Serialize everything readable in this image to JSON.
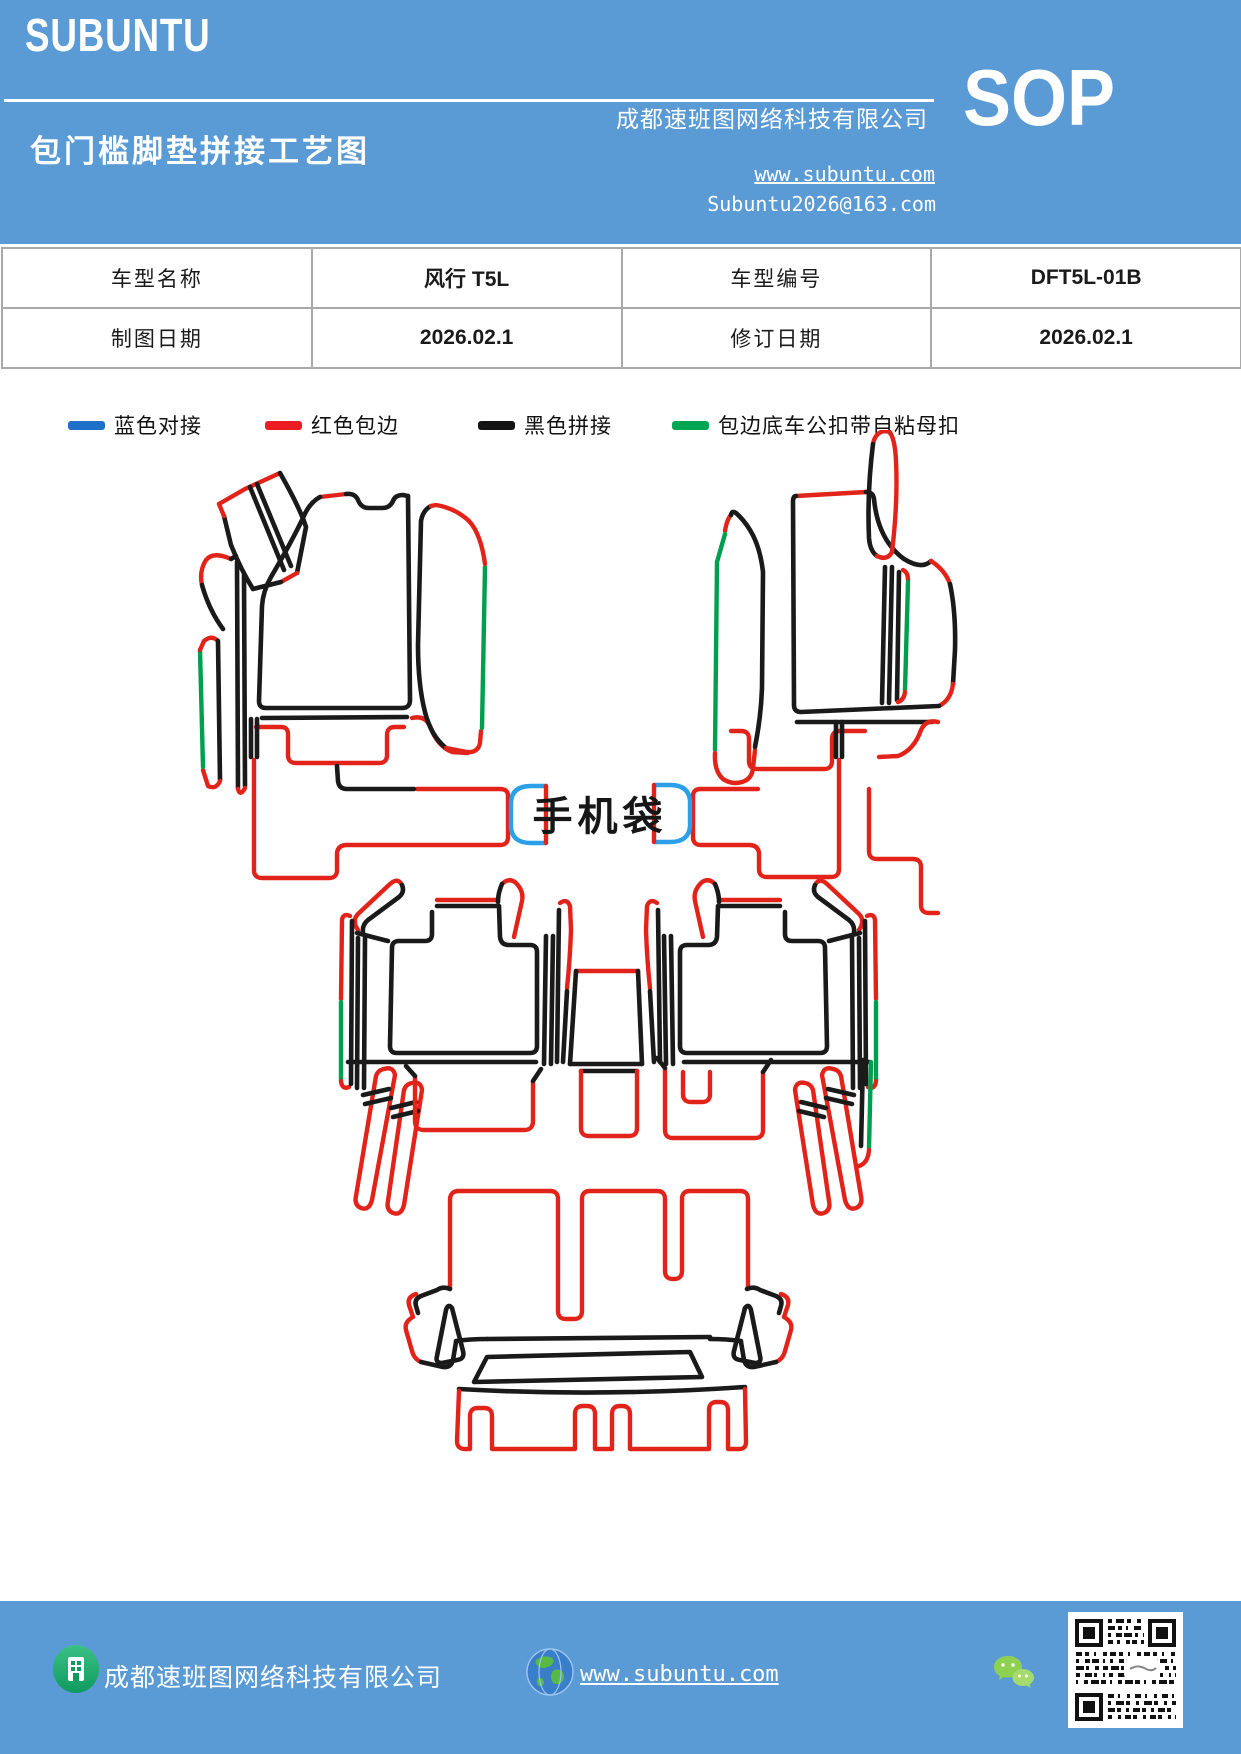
{
  "header": {
    "brand": "SUBUNTU",
    "doc_title": "包门槛脚垫拼接工艺图",
    "company": "成都速班图网络科技有限公司",
    "badge": "SOP",
    "website": "www.subuntu.com",
    "email": "Subuntu2026@163.com",
    "bg_color": "#5B9BD5"
  },
  "info_table": {
    "rows": [
      {
        "cells": [
          "车型名称",
          "风行 T5L",
          "车型编号",
          "DFT5L-01B"
        ]
      },
      {
        "cells": [
          "制图日期",
          "2026.02.1",
          "修订日期",
          "2026.02.1"
        ]
      }
    ]
  },
  "legend": {
    "items": [
      {
        "label": "蓝色对接",
        "color": "#1E6FC8"
      },
      {
        "label": "红色包边",
        "color": "#EC1C24"
      },
      {
        "label": "黑色拼接",
        "color": "#141414"
      },
      {
        "label": "包边底车公扣带自粘母扣",
        "color": "#00A651"
      }
    ]
  },
  "diagram": {
    "phone_bag_label": "手机袋",
    "stroke_colors": {
      "butt_joint_blue": "#2B9FE8",
      "edge_wrap_red": "#E2231A",
      "splice_black": "#1A1A1A",
      "snap_strip_green": "#009E4F"
    }
  },
  "footer": {
    "company": "成都速班图网络科技有限公司",
    "website": "www.subuntu.com",
    "bg_color": "#5B9BD5",
    "icons": {
      "building": "building-icon",
      "globe": "globe-icon",
      "wechat": "wechat-icon",
      "qr": "qr-code"
    }
  }
}
